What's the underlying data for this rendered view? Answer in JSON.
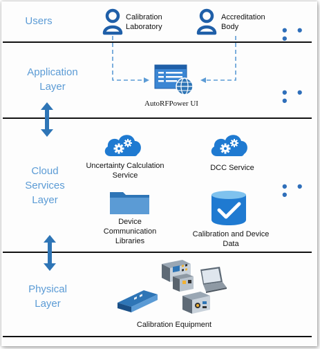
{
  "layers": {
    "users": "Users",
    "application": [
      "Application",
      "Layer"
    ],
    "cloud": [
      "Cloud",
      "Services",
      "Layer"
    ],
    "physical": [
      "Physical",
      "Layer"
    ]
  },
  "users": {
    "calibration_laboratory": [
      "Calibration",
      "Laboratory"
    ],
    "accreditation_body": [
      "Accreditation",
      "Body"
    ]
  },
  "application": {
    "app_name": "AutoRFPower UI"
  },
  "cloud_services": {
    "uncertainty": [
      "Uncertainty Calculation",
      "Service"
    ],
    "dcc": "DCC Service",
    "device_comm": [
      "Device",
      "Communication",
      "Libraries"
    ],
    "data": [
      "Calibration and Device",
      "Data"
    ]
  },
  "physical": {
    "equipment": "Calibration Equipment"
  },
  "more_indicator": "• • •",
  "colors": {
    "layer_label": "#5b9bd5",
    "accent_blue": "#2e75b6",
    "cloud_blue": "#1f7ad1",
    "line": "#111111",
    "arrow": "#2e75b6"
  },
  "icons": [
    "user-icon",
    "application-window-icon",
    "cloud-gear-icon",
    "folder-icon",
    "database-check-icon",
    "equipment-icon",
    "laptop-icon",
    "double-arrow-icon"
  ]
}
